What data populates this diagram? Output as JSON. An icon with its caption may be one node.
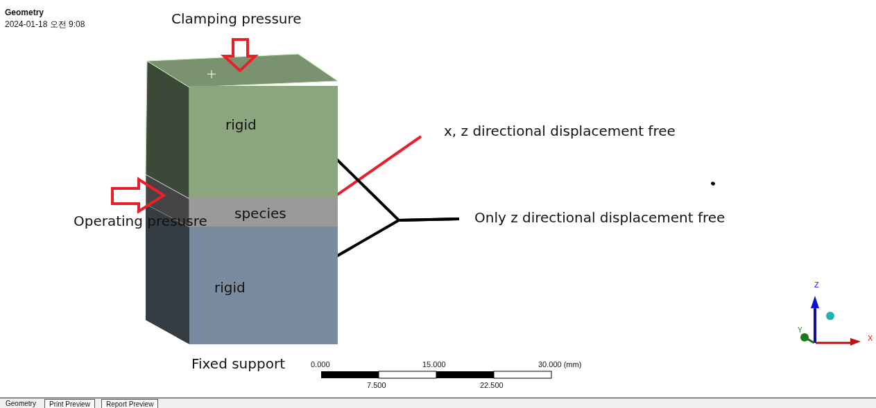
{
  "diagram": {
    "nodes": [
      {
        "text": [
          "rigid"
        ]
      },
      {
        "text": [
          "species"
        ]
      },
      {
        "text": [
          "rigid"
        ]
      },
      {
        "text": [
          "x, z directional displacement free"
        ]
      },
      {
        "text": [
          "Only z directional displacement free"
        ]
      }
    ],
    "edges": [
      {
        "from": 3,
        "to": 1,
        "arrow": "none",
        "color": "#e8202a"
      },
      {
        "from": 4,
        "to": 0,
        "arrow": "none"
      },
      {
        "from": 4,
        "to": 2,
        "arrow": "none"
      }
    ],
    "labels": [
      "Geometry",
      "2024-01-18 오전 9:08",
      "Clamping pressure",
      "Operating presusre",
      "Fixed support",
      "0.000",
      "15.000",
      "30.000 (mm)",
      "7.500",
      "22.500",
      "Z",
      "Y",
      "X",
      "Geometry",
      "Print Preview",
      "Report Preview"
    ]
  }
}
